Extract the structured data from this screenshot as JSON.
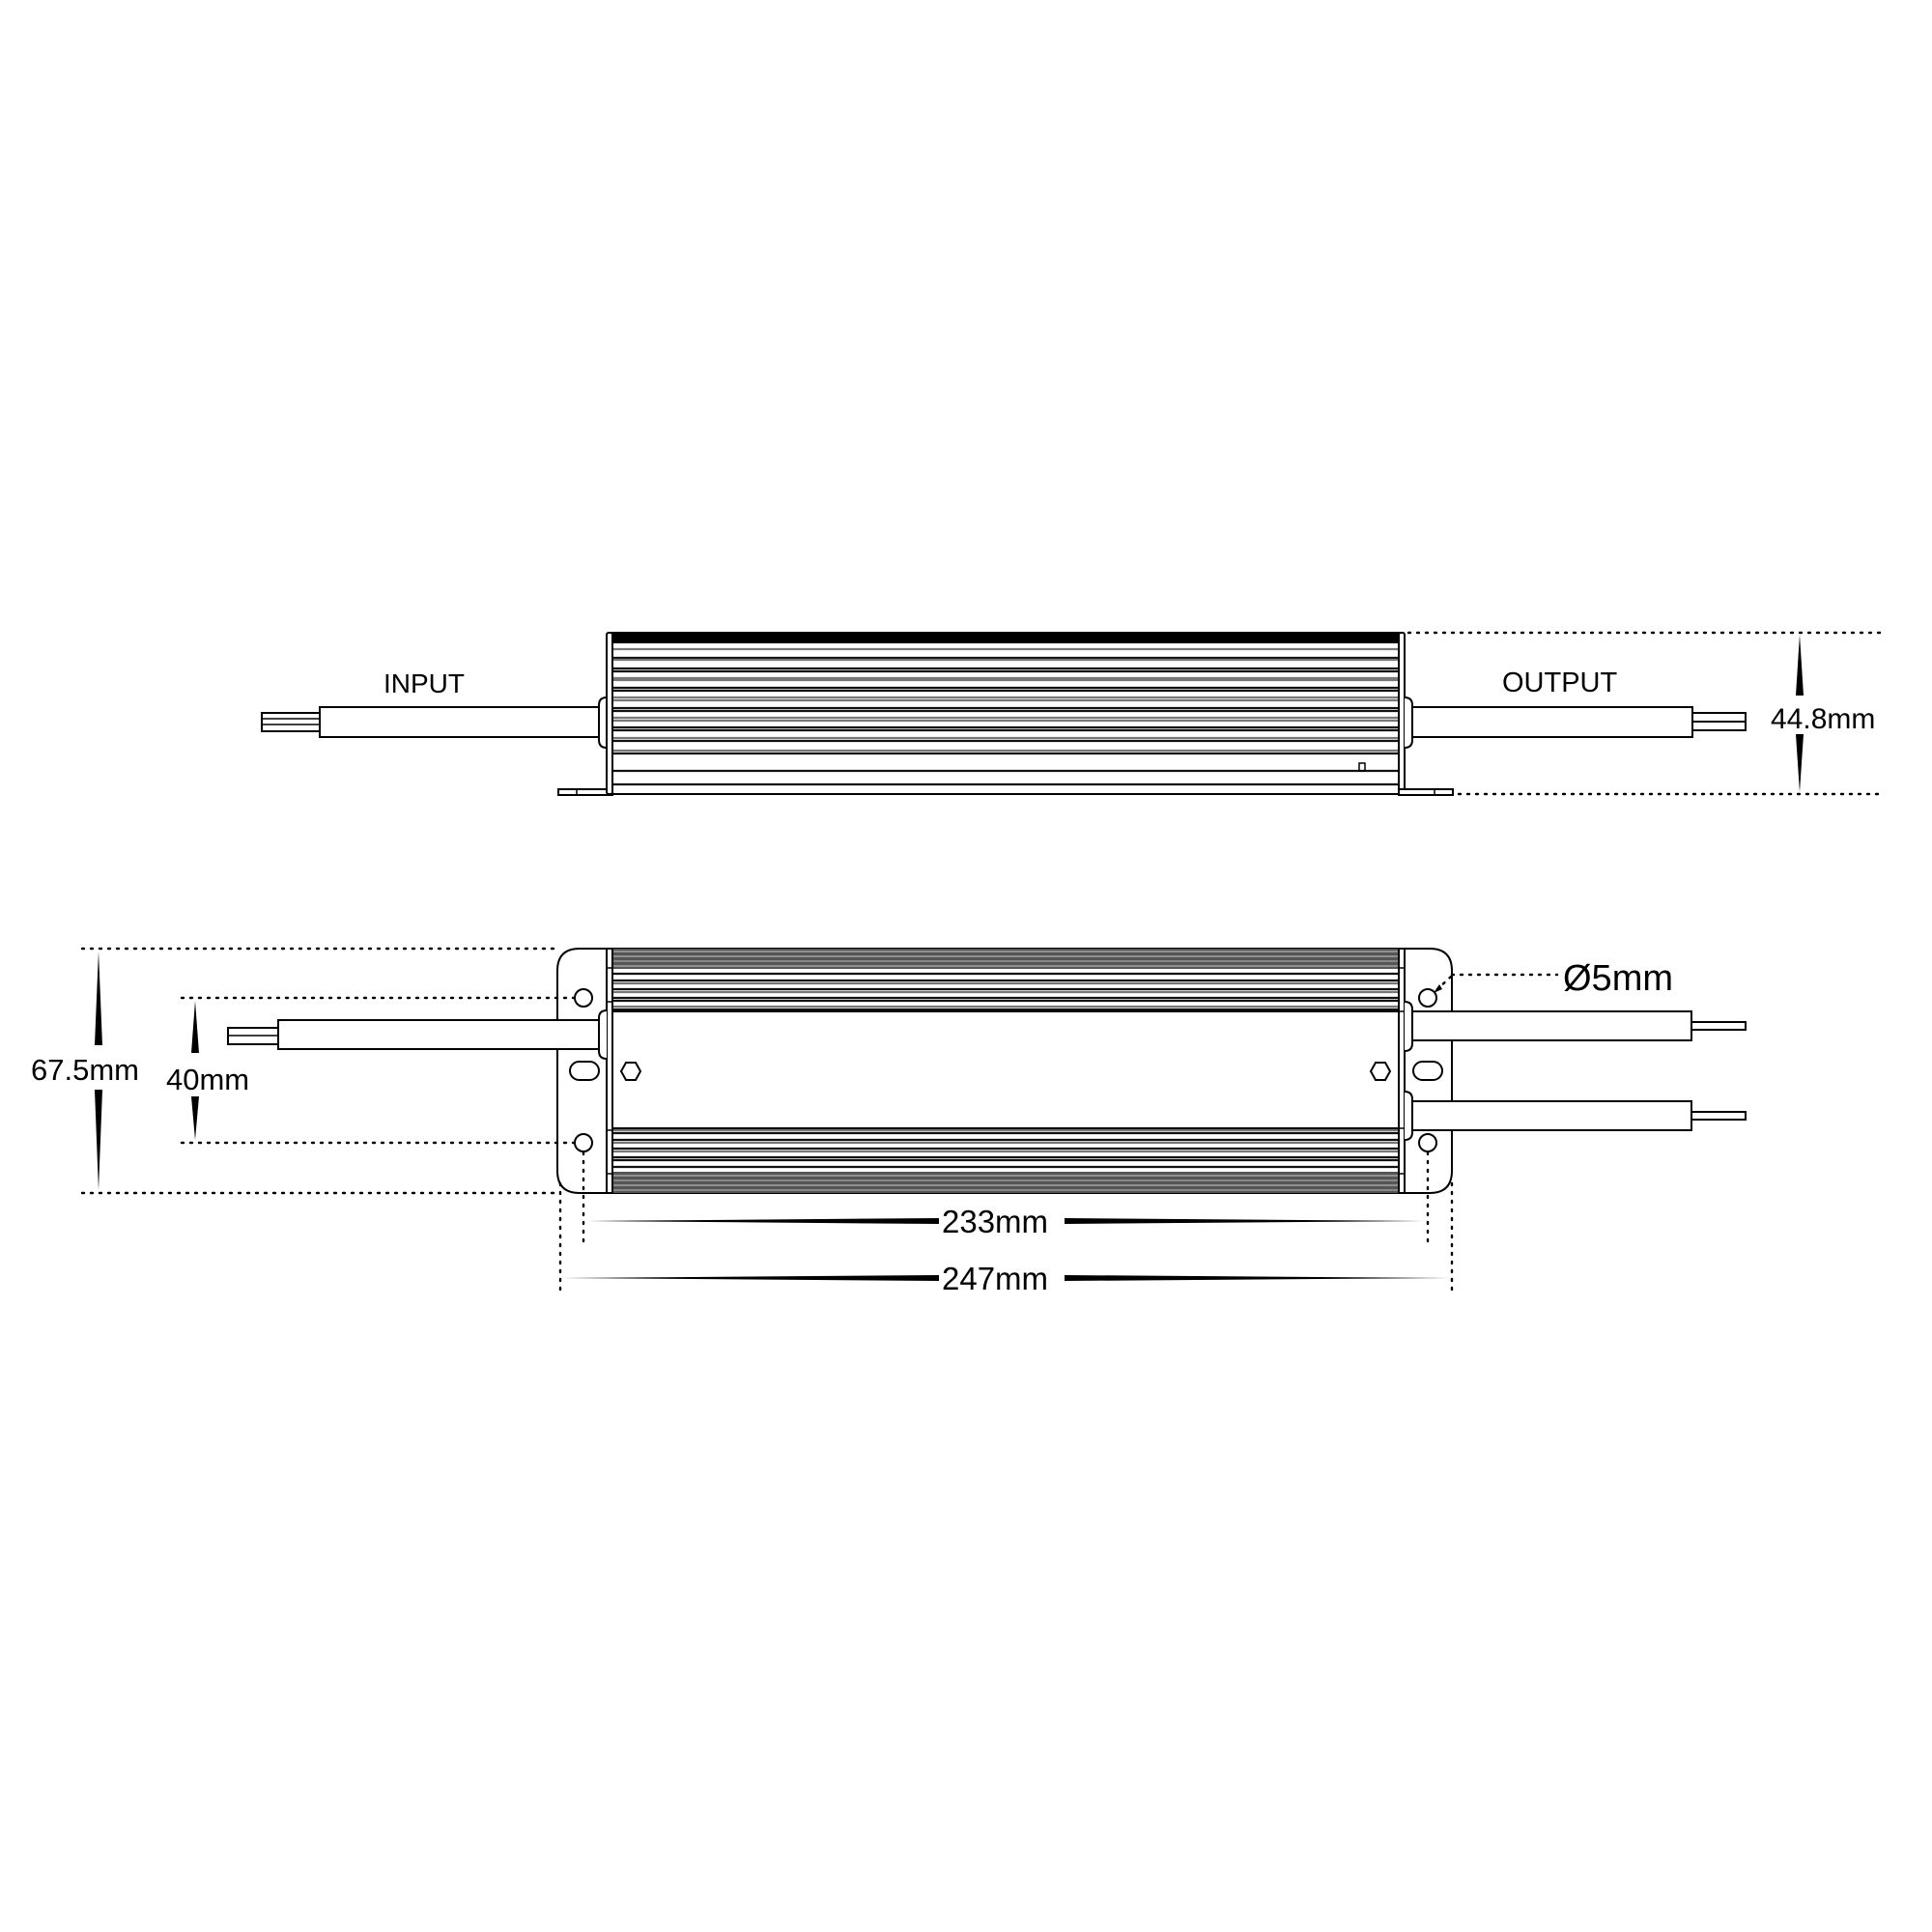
{
  "drawing": {
    "title": "LED driver dimensional drawing",
    "views": [
      "side-view",
      "top-view"
    ],
    "colors": {
      "line": "#000000",
      "background": "#ffffff",
      "fin_gray": "#777777"
    }
  },
  "side_view": {
    "input_label": "INPUT",
    "output_label": "OUTPUT",
    "height_dimension": "44.8mm"
  },
  "top_view": {
    "width_dimension": "67.5mm",
    "hole_spacing_dimension": "40mm",
    "hole_diameter": "Ø5mm",
    "hole_pitch_length": "233mm",
    "overall_length": "247mm"
  }
}
